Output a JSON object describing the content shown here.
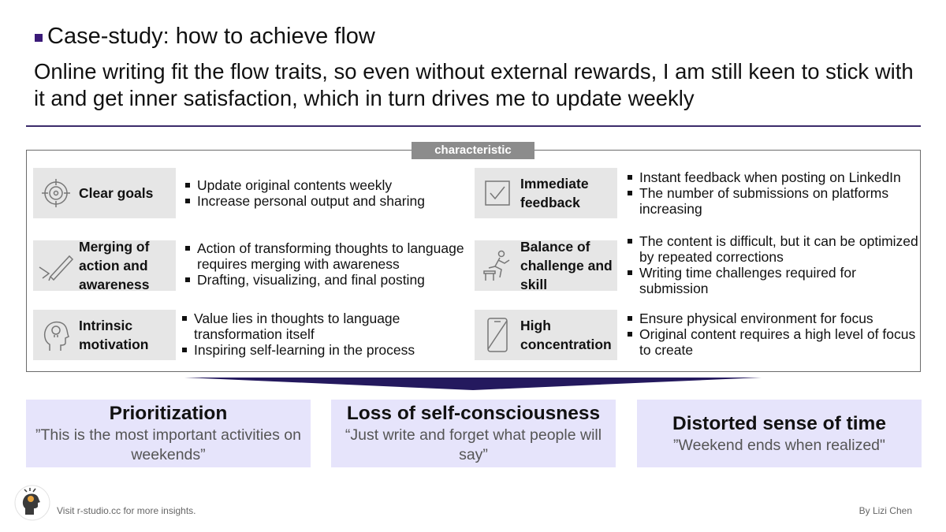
{
  "title": "Case-study: how to achieve flow",
  "subtitle": "Online writing fit the flow traits, so even without external rewards, I am still keen to stick with it and get inner satisfaction, which in turn drives me to update weekly",
  "frame_label": "characteristic",
  "traits": [
    {
      "label": "Clear goals",
      "icon": "target-icon",
      "bullets": [
        "Update original contents weekly",
        "Increase personal output and sharing"
      ]
    },
    {
      "label": "Immediate feedback",
      "icon": "checkbox-icon",
      "bullets": [
        "Instant feedback when posting on LinkedIn",
        "The number of submissions on platforms increasing"
      ]
    },
    {
      "label": "Merging of action and awareness",
      "icon": "pen-writing-icon",
      "bullets": [
        "Action of transforming thoughts to language requires merging with awareness",
        "Drafting, visualizing, and final posting"
      ]
    },
    {
      "label": "Balance of challenge and skill",
      "icon": "hurdle-runner-icon",
      "bullets": [
        "The content is difficult, but it can be optimized by repeated corrections",
        "Writing time challenges required for submission"
      ]
    },
    {
      "label": "Intrinsic motivation",
      "icon": "head-lightbulb-icon",
      "bullets": [
        "Value lies in thoughts to language transformation itself",
        "Inspiring self-learning in the process"
      ]
    },
    {
      "label": "High concentration",
      "icon": "no-phone-icon",
      "bullets": [
        "Ensure physical environment for focus",
        "Original content requires a high level of focus to create"
      ]
    }
  ],
  "outcomes": [
    {
      "heading": "Prioritization",
      "quote": "”This is the most important activities on weekends”"
    },
    {
      "heading": "Loss of self-consciousness",
      "quote": "“Just write and forget what people will say”"
    },
    {
      "heading": "Distorted sense of time",
      "quote": "”Weekend ends when realized\""
    }
  ],
  "footer": {
    "left": "Visit r-studio.cc for more insights.",
    "right": "By Lizi Chen"
  },
  "colors": {
    "accent": "#3b1a78",
    "card_bg": "#e6e6e6",
    "outcome_bg": "#e6e4fb",
    "tag_bg": "#8c8c8c"
  }
}
